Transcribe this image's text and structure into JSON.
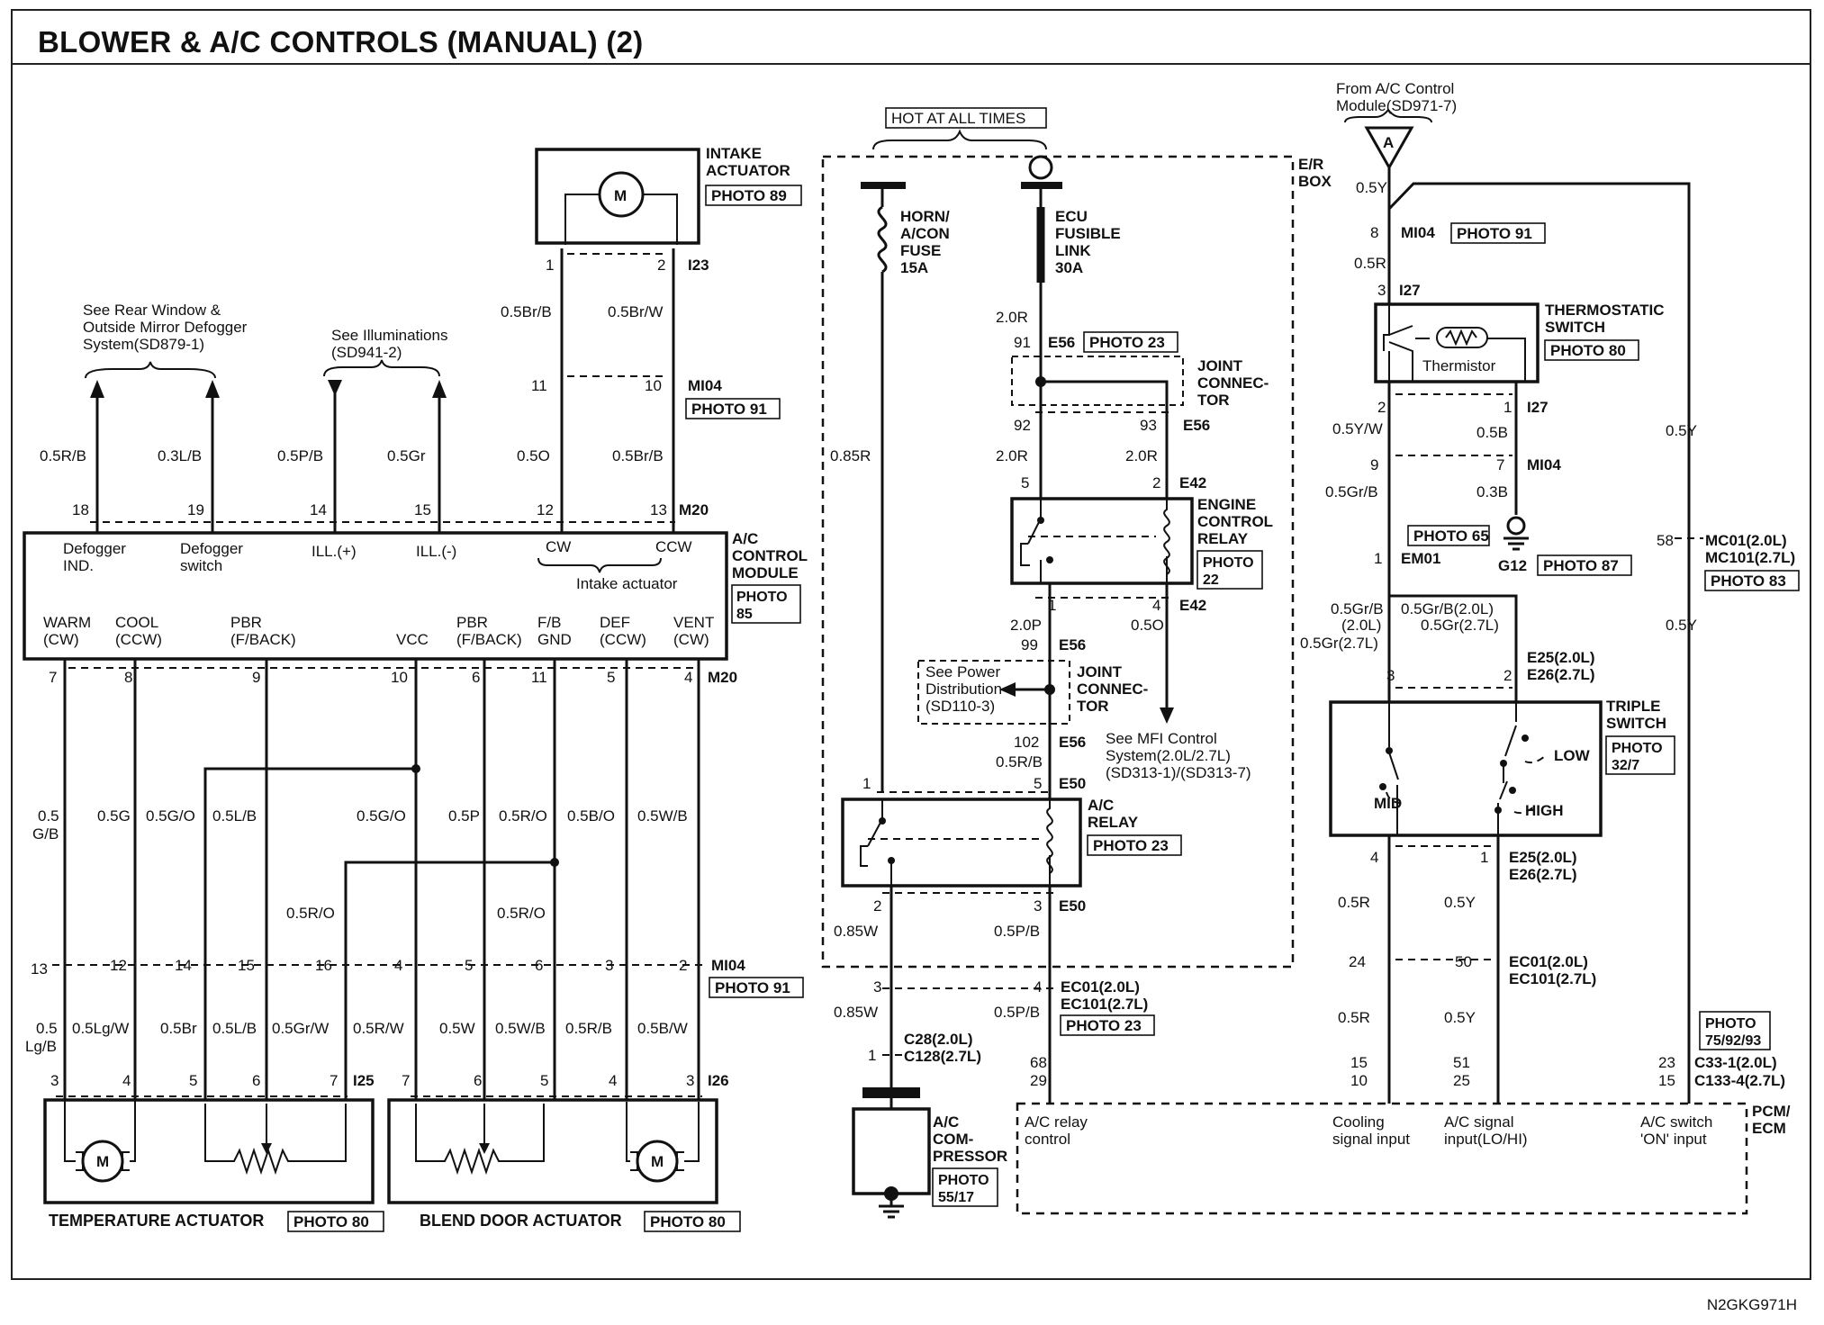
{
  "title": "BLOWER & A/C CONTROLS (MANUAL) (2)",
  "drawing_code": "N2GKG971H",
  "labels": {
    "hot_at_all_times": "HOT AT ALL TIMES",
    "er_box": [
      "E/R",
      "BOX"
    ],
    "horn_fuse": [
      "HORN/",
      "A/CON",
      "FUSE",
      "15A"
    ],
    "ecu_link": [
      "ECU",
      "FUSIBLE",
      "LINK",
      "30A"
    ],
    "intake_actuator": [
      "INTAKE",
      "ACTUATOR"
    ],
    "motor_m": "M",
    "photo_89": "PHOTO 89",
    "photo_91": "PHOTO 91",
    "photo_23": "PHOTO 23",
    "photo_22": [
      "PHOTO",
      "22"
    ],
    "photo_85": [
      "PHOTO",
      "85"
    ],
    "photo_80": "PHOTO 80",
    "photo_65": "PHOTO 65",
    "photo_87": "PHOTO 87",
    "photo_83": "PHOTO 83",
    "photo_32_7": [
      "PHOTO",
      "32/7"
    ],
    "photo_55_17": [
      "PHOTO",
      "55/17"
    ],
    "photo_75": [
      "PHOTO",
      "75/92/93"
    ],
    "ac_control_module": [
      "A/C",
      "CONTROL",
      "MODULE"
    ],
    "joint_connector": [
      "JOINT",
      "CONNEC-",
      "TOR"
    ],
    "engine_control_relay": [
      "ENGINE",
      "CONTROL",
      "RELAY"
    ],
    "ac_relay": [
      "A/C",
      "RELAY"
    ],
    "ac_compressor": [
      "A/C",
      "COM-",
      "PRESSOR"
    ],
    "thermostatic_switch": [
      "THERMOSTATIC",
      "SWITCH"
    ],
    "thermistor": "Thermistor",
    "triple_switch": [
      "TRIPLE",
      "SWITCH"
    ],
    "low": "LOW",
    "mid": "MID",
    "high": "HIGH",
    "pcm_ecm": [
      "PCM/",
      "ECM"
    ],
    "temperature_actuator": "TEMPERATURE ACTUATOR",
    "blend_door_actuator": "BLEND DOOR ACTUATOR",
    "see_rear_window": [
      "See Rear Window &",
      "Outside Mirror Defogger",
      "System(SD879-1)"
    ],
    "see_illuminations": [
      "See Illuminations",
      "(SD941-2)"
    ],
    "see_power": [
      "See Power",
      "Distribution",
      "(SD110-3)"
    ],
    "see_mfi": [
      "See MFI Control",
      "System(2.0L/2.7L)",
      "(SD313-1)/(SD313-7)"
    ],
    "from_ac_control": [
      "From A/C Control",
      "Module(SD971-7)"
    ],
    "connector_a": "A",
    "g12": "G12",
    "module_top_pins": [
      "Defogger",
      "IND.",
      "Defogger",
      "switch",
      "ILL.(+)",
      "ILL.(-)",
      "CW",
      "CCW",
      "Intake actuator"
    ],
    "module_bottom_pins": [
      "WARM",
      "(CW)",
      "COOL",
      "(CCW)",
      "PBR",
      "(F/BACK)",
      "VCC",
      "PBR",
      "(F/BACK)",
      "F/B",
      "GND",
      "DEF",
      "(CCW)",
      "VENT",
      "(CW)"
    ],
    "pcm_inputs": [
      "A/C relay",
      "control",
      "Cooling",
      "signal input",
      "A/C signal",
      "input(LO/HI)",
      "A/C switch",
      "'ON' input"
    ],
    "wires": [
      "0.5R/B",
      "0.3L/B",
      "0.5P/B",
      "0.5Gr",
      "0.5O",
      "0.5Br/B",
      "0.5Br/B",
      "0.5Br/W",
      "0.5",
      "G/B",
      "0.5G",
      "0.5G/O",
      "0.5L/B",
      "0.5G/O",
      "0.5P",
      "0.5R/O",
      "0.5B/O",
      "0.5W/B",
      "0.5R/O",
      "0.5R/O",
      "0.5",
      "Lg/B",
      "0.5Lg/W",
      "0.5Br",
      "0.5L/B",
      "0.5Gr/W",
      "0.5R/W",
      "0.5W",
      "0.5W/B",
      "0.5R/B",
      "0.5B/W",
      "0.85R",
      "2.0R",
      "2.0R",
      "2.0R",
      "2.0P",
      "0.5O",
      "0.5R/B",
      "0.85W",
      "0.5P/B",
      "0.85W",
      "0.5P/B",
      "0.5Y",
      "0.5R",
      "0.5Y/W",
      "0.5B",
      "0.5Gr/B",
      "0.3B",
      "0.5Gr/B",
      "(2.0L)",
      "0.5Gr(2.7L)",
      "0.5Gr/B(2.0L)",
      "0.5Gr(2.7L)",
      "0.5R",
      "0.5Y",
      "0.5R",
      "0.5Y",
      "0.5Y",
      "0.5Y"
    ],
    "connectors": [
      "M20",
      "M20",
      "MI04",
      "MI04",
      "MI04",
      "I23",
      "I25",
      "I26",
      "E56",
      "E56",
      "E56",
      "E56",
      "E42",
      "E42",
      "E50",
      "E50",
      "I27",
      "I27",
      "EM01",
      "MC01(2.0L)",
      "MC101(2.7L)",
      "E25(2.0L)",
      "E26(2.7L)",
      "E25(2.0L)",
      "E26(2.7L)",
      "EC01(2.0L)",
      "EC101(2.7L)",
      "EC01(2.0L)",
      "EC101(2.7L)",
      "C28(2.0L)",
      "C128(2.7L)",
      "C33-1(2.0L)",
      "C133-4(2.7L)"
    ],
    "pins": [
      "18",
      "19",
      "14",
      "15",
      "12",
      "13",
      "11",
      "10",
      "1",
      "2",
      "7",
      "8",
      "9",
      "10",
      "6",
      "11",
      "5",
      "4",
      "13",
      "12",
      "14",
      "15",
      "16",
      "4",
      "5",
      "6",
      "3",
      "2",
      "3",
      "4",
      "5",
      "6",
      "7",
      "7",
      "6",
      "5",
      "4",
      "3",
      "91",
      "92",
      "93",
      "5",
      "2",
      "1",
      "4",
      "99",
      "102",
      "1",
      "5",
      "2",
      "3",
      "3",
      "4",
      "1",
      "68",
      "29",
      "8",
      "3",
      "2",
      "1",
      "9",
      "7",
      "1",
      "3",
      "2",
      "4",
      "1",
      "15",
      "10",
      "51",
      "25",
      "50",
      "23",
      "15",
      "58",
      "24"
    ]
  }
}
